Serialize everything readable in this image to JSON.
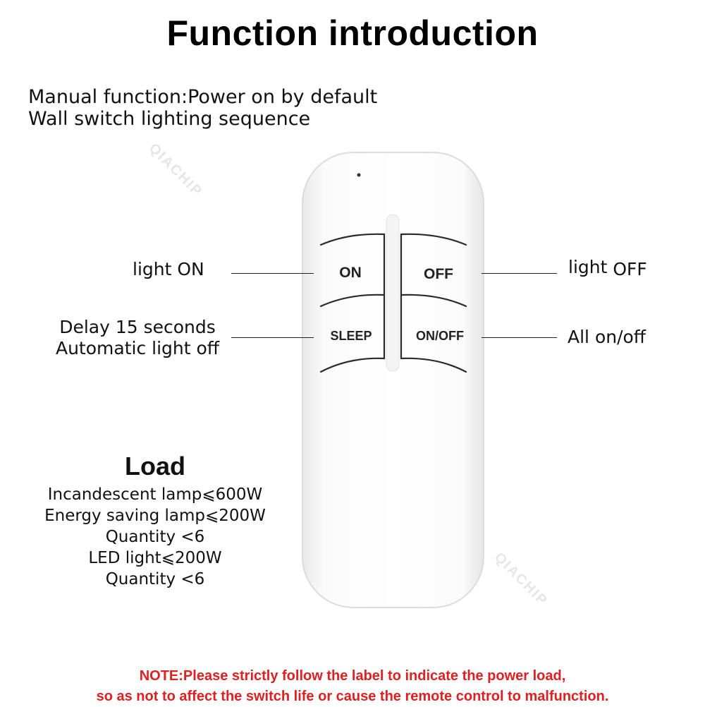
{
  "title": "Function introduction",
  "manual": {
    "line1": "Manual function:Power on by default",
    "line2": "Wall switch lighting sequence"
  },
  "remote": {
    "buttons": {
      "on": "ON",
      "off": "OFF",
      "sleep": "SLEEP",
      "onoff": "ON/OFF"
    }
  },
  "labels": {
    "light_on": "light ON",
    "light_off_a": "light",
    "light_off_b": "OFF",
    "delay_line1": "Delay 15 seconds",
    "delay_line2": "Automatic light off",
    "all_onoff": "All on/off"
  },
  "load": {
    "title": "Load",
    "items": [
      "Incandescent lamp⩽600W",
      "Energy saving lamp⩽200W",
      "Quantity <6",
      "LED light⩽200W",
      "Quantity <6"
    ]
  },
  "note": {
    "line1": "NOTE:Please strictly follow the label to indicate the power load,",
    "line2": "so as not to affect the switch life or cause the remote control to malfunction."
  },
  "watermark": "QIACHIP",
  "colors": {
    "note": "#e02020",
    "remote_body": "#ffffff",
    "remote_edge": "#d8d8d8"
  }
}
